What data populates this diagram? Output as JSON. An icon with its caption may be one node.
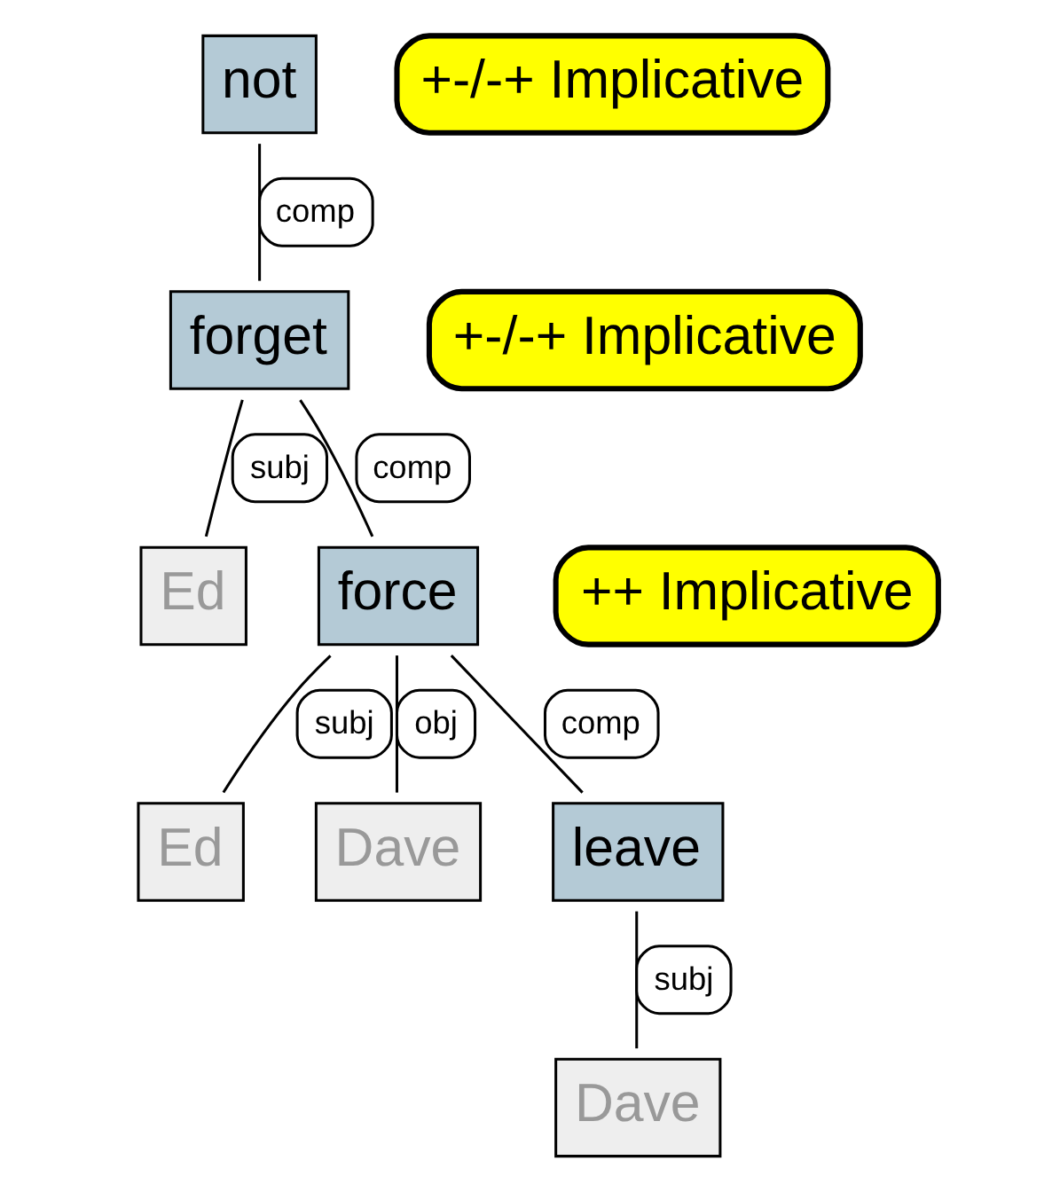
{
  "diagram": {
    "nodes": [
      {
        "text": [
          "not"
        ],
        "beside": [
          "+-/-+ Implicative"
        ]
      },
      {
        "text": [
          "forget"
        ],
        "beside": [
          "+-/-+ Implicative"
        ]
      },
      {
        "text": [
          "Ed"
        ]
      },
      {
        "text": [
          "force"
        ],
        "beside": [
          "++ Implicative"
        ]
      },
      {
        "text": [
          "Ed"
        ]
      },
      {
        "text": [
          "Dave"
        ]
      },
      {
        "text": [
          "leave"
        ]
      },
      {
        "text": [
          "Dave"
        ]
      }
    ],
    "edges": [
      {
        "from": 0,
        "to": 1,
        "arrow": "none",
        "label": "comp"
      },
      {
        "from": 1,
        "to": 2,
        "arrow": "none",
        "label": "subj"
      },
      {
        "from": 1,
        "to": 3,
        "arrow": "none",
        "label": "comp"
      },
      {
        "from": 3,
        "to": 4,
        "arrow": "none",
        "label": "subj"
      },
      {
        "from": 3,
        "to": 5,
        "arrow": "none",
        "label": "obj"
      },
      {
        "from": 3,
        "to": 6,
        "arrow": "none",
        "label": "comp"
      },
      {
        "from": 6,
        "to": 7,
        "arrow": "none",
        "label": "subj"
      }
    ]
  }
}
